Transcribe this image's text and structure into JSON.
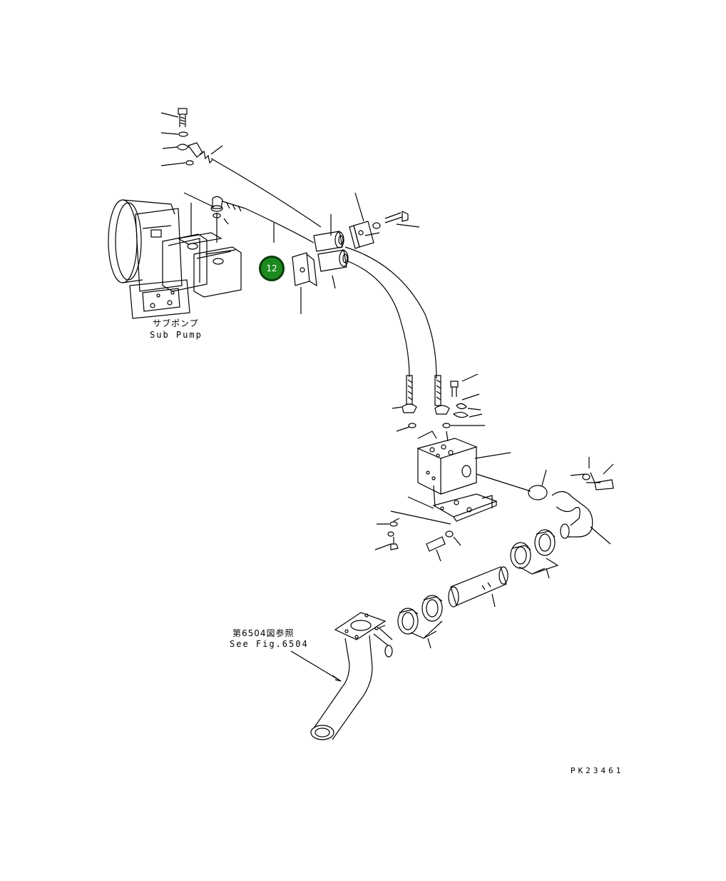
{
  "labels": {
    "sub_pump_jp": "サブポンプ",
    "sub_pump_en": "Sub Pump",
    "see_fig_jp": "第6504図参照",
    "see_fig_en": "See Fig.6504",
    "drawing_number": "PK23461"
  },
  "callout": {
    "number": "12",
    "color": "#1c8a1f"
  }
}
